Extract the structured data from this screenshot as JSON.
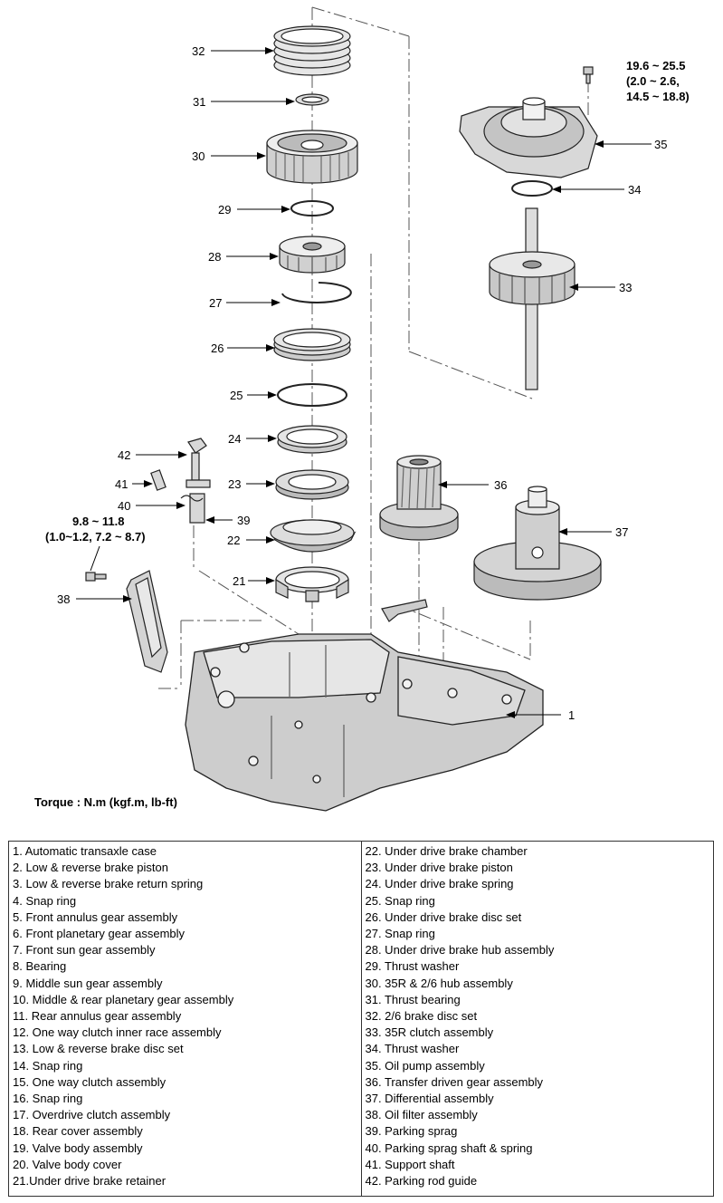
{
  "callouts": {
    "c1": "1",
    "c21": "21",
    "c22": "22",
    "c23": "23",
    "c24": "24",
    "c25": "25",
    "c26": "26",
    "c27": "27",
    "c28": "28",
    "c29": "29",
    "c30": "30",
    "c31": "31",
    "c32": "32",
    "c33": "33",
    "c34": "34",
    "c35": "35",
    "c36": "36",
    "c37": "37",
    "c38": "38",
    "c39": "39",
    "c40": "40",
    "c41": "41",
    "c42": "42"
  },
  "torque_specs": {
    "oil_pump_bolt": [
      "19.6 ~ 25.5",
      "(2.0 ~ 2.6,",
      "14.5 ~ 18.8)"
    ],
    "filter_bolt": [
      "9.8 ~ 11.8",
      "(1.0~1.2, 7.2 ~ 8.7)"
    ]
  },
  "torque_note": "Torque : N.m (kgf.m, lb-ft)",
  "legend": {
    "left": [
      "1. Automatic transaxle case",
      "2. Low & reverse brake piston",
      "3. Low & reverse brake return spring",
      "4. Snap ring",
      "5. Front annulus gear assembly",
      "6. Front planetary gear assembly",
      "7. Front sun gear assembly",
      "8. Bearing",
      "9. Middle sun gear assembly",
      "10. Middle & rear planetary gear assembly",
      "11. Rear annulus gear assembly",
      "12. One way clutch inner race assembly",
      "13. Low & reverse brake disc set",
      "14. Snap ring",
      "15. One way clutch assembly",
      "16. Snap ring",
      "17. Overdrive clutch assembly",
      "18. Rear cover assembly",
      "19. Valve body assembly",
      "20. Valve body cover",
      "21.Under drive brake retainer"
    ],
    "right": [
      "22. Under drive brake chamber",
      "23. Under drive brake piston",
      "24. Under drive brake spring",
      "25. Snap ring",
      "26. Under drive brake disc set",
      "27. Snap ring",
      "28. Under drive brake hub assembly",
      "29. Thrust washer",
      "30. 35R & 2/6 hub assembly",
      "31. Thrust bearing",
      "32. 2/6 brake disc set",
      "33. 35R clutch assembly",
      "34. Thrust washer",
      "35. Oil pump assembly",
      "36. Transfer driven gear assembly",
      "37. Differential assembly",
      "38. Oil filter assembly",
      "39. Parking sprag",
      "40. Parking sprag shaft & spring",
      "41. Support shaft",
      "42. Parking rod guide"
    ]
  }
}
